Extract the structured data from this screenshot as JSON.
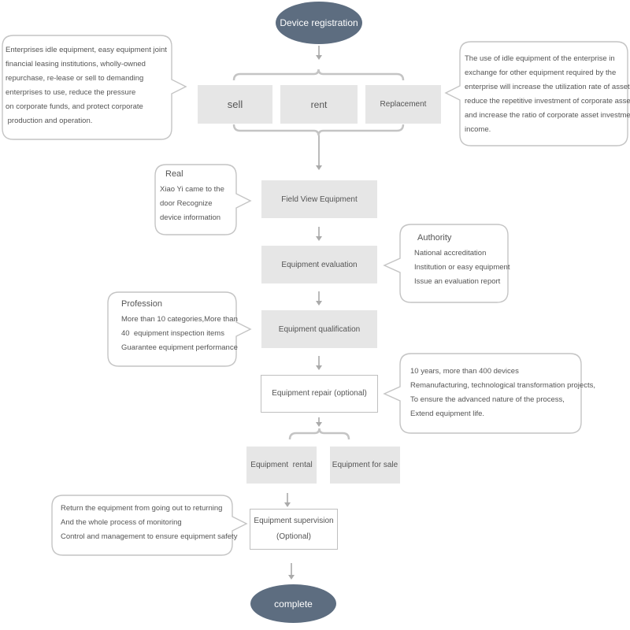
{
  "colors": {
    "terminal": "#5d6d80",
    "process_fill": "#e6e6e6",
    "line": "#bfbfbf",
    "text": "#555555"
  },
  "start": "Device registration",
  "end": "complete",
  "options": [
    "sell",
    "rent",
    "Replacement"
  ],
  "left_note": [
    "Enterprises idle equipment, easy equipment joint",
    "financial leasing institutions, wholly-owned",
    "repurchase, re-lease or sell to demanding",
    "enterprises to use, reduce the pressure",
    "on corporate funds, and protect corporate",
    " production and operation."
  ],
  "right_note": [
    "The use of idle equipment of the enterprise in",
    "exchange for other equipment required by the",
    "enterprise will increase the utilization rate of assets,",
    "reduce the repetitive investment of corporate assets,",
    "and increase the ratio of corporate asset investment",
    "income."
  ],
  "steps": {
    "field_view": "Field View Equipment",
    "evaluation": "Equipment evaluation",
    "qualification": "Equipment qualification",
    "repair": "Equipment repair (optional)",
    "rental": "Equipment  rental",
    "for_sale": "Equipment for sale",
    "supervision": "Equipment supervision",
    "supervision_note": "(Optional)"
  },
  "notes": {
    "real": {
      "title": "Real",
      "lines": [
        "Xiao Yi came to the",
        "door  Recognize",
        "device information"
      ]
    },
    "authority": {
      "title": "Authority",
      "lines": [
        "National accreditation",
        "Institution or easy equipment",
        "Issue an evaluation report"
      ]
    },
    "profession": {
      "title": "Profession",
      "lines": [
        "More than 10 categories,More than",
        "40  equipment inspection items",
        "Guarantee equipment performance"
      ]
    },
    "repair": {
      "lines": [
        "10 years, more than 400 devices",
        "Remanufacturing, technological transformation projects,",
        "To ensure the advanced nature of the process,",
        "Extend equipment life."
      ]
    },
    "supervision": {
      "lines": [
        "Return the equipment from going out to returning",
        "And the whole process of monitoring",
        "Control and management to ensure equipment safety"
      ]
    }
  }
}
